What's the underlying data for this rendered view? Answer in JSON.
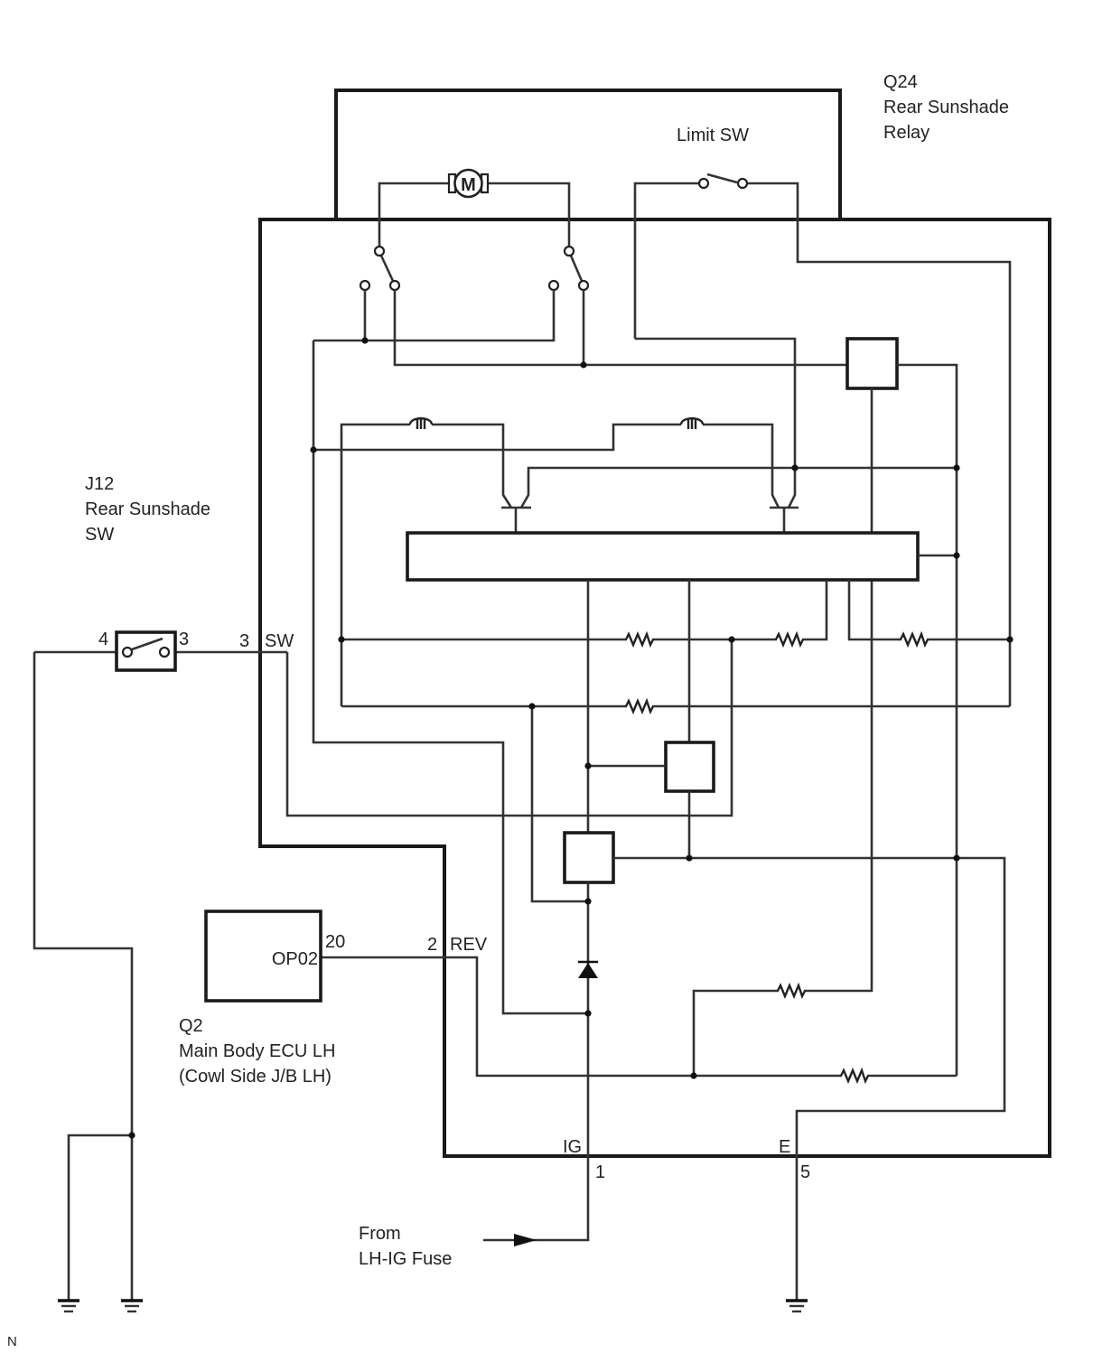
{
  "diagram": {
    "relay": {
      "id": "Q24",
      "name_line1": "Rear Sunshade",
      "name_line2": "Relay",
      "limit_switch_label": "Limit SW",
      "motor_label": "M"
    },
    "switch": {
      "id": "J12",
      "name_line1": "Rear Sunshade",
      "name_line2": "SW",
      "pin_left": "4",
      "pin_right": "3"
    },
    "ecu": {
      "id": "Q2",
      "name": "Main Body ECU LH",
      "location": "(Cowl Side J/B LH)",
      "terminal": "OP02",
      "pin": "20"
    },
    "relay_pins": {
      "sw_pin": "3",
      "sw_name": "SW",
      "rev_pin": "2",
      "rev_name": "REV",
      "ig_name": "IG",
      "ig_pin": "1",
      "e_name": "E",
      "e_pin": "5"
    },
    "source": {
      "line1": "From",
      "line2": "LH-IG Fuse"
    },
    "corner_mark": "N"
  }
}
